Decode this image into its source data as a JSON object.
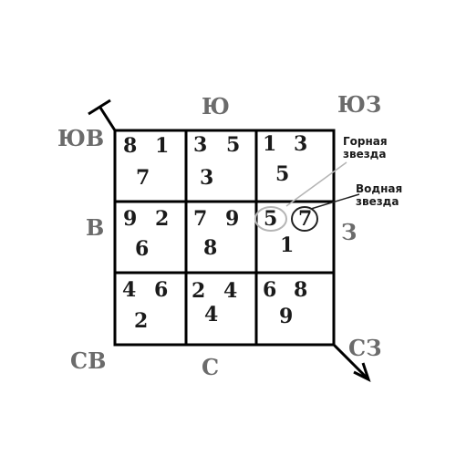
{
  "directions": {
    "n": "Ю",
    "ne": "ЮЗ",
    "nw": "ЮВ",
    "w": "В",
    "e": "З",
    "sw": "СВ",
    "s": "С",
    "se": "СЗ"
  },
  "grid": [
    [
      {
        "mountain": "8",
        "water": "1",
        "base": "7"
      },
      {
        "mountain": "3",
        "water": "5",
        "base": "3"
      },
      {
        "mountain": "1",
        "water": "3",
        "base": "5"
      }
    ],
    [
      {
        "mountain": "9",
        "water": "2",
        "base": "6"
      },
      {
        "mountain": "7",
        "water": "9",
        "base": "8"
      },
      {
        "mountain": "5",
        "water": "7",
        "base": "1"
      }
    ],
    [
      {
        "mountain": "4",
        "water": "6",
        "base": "2"
      },
      {
        "mountain": "2",
        "water": "4",
        "base": "4"
      },
      {
        "mountain": "6",
        "water": "8",
        "base": "9"
      }
    ]
  ],
  "annotations": {
    "mountain_star": [
      "Горная",
      "звезда"
    ],
    "water_star": [
      "Водная",
      "звезда"
    ]
  },
  "colors": {
    "grid": "#000000",
    "direction_text": "#6b6b6b",
    "numbers": "#1a1a1a",
    "mountain_circle": "#b5b5b5",
    "water_circle": "#222222"
  }
}
